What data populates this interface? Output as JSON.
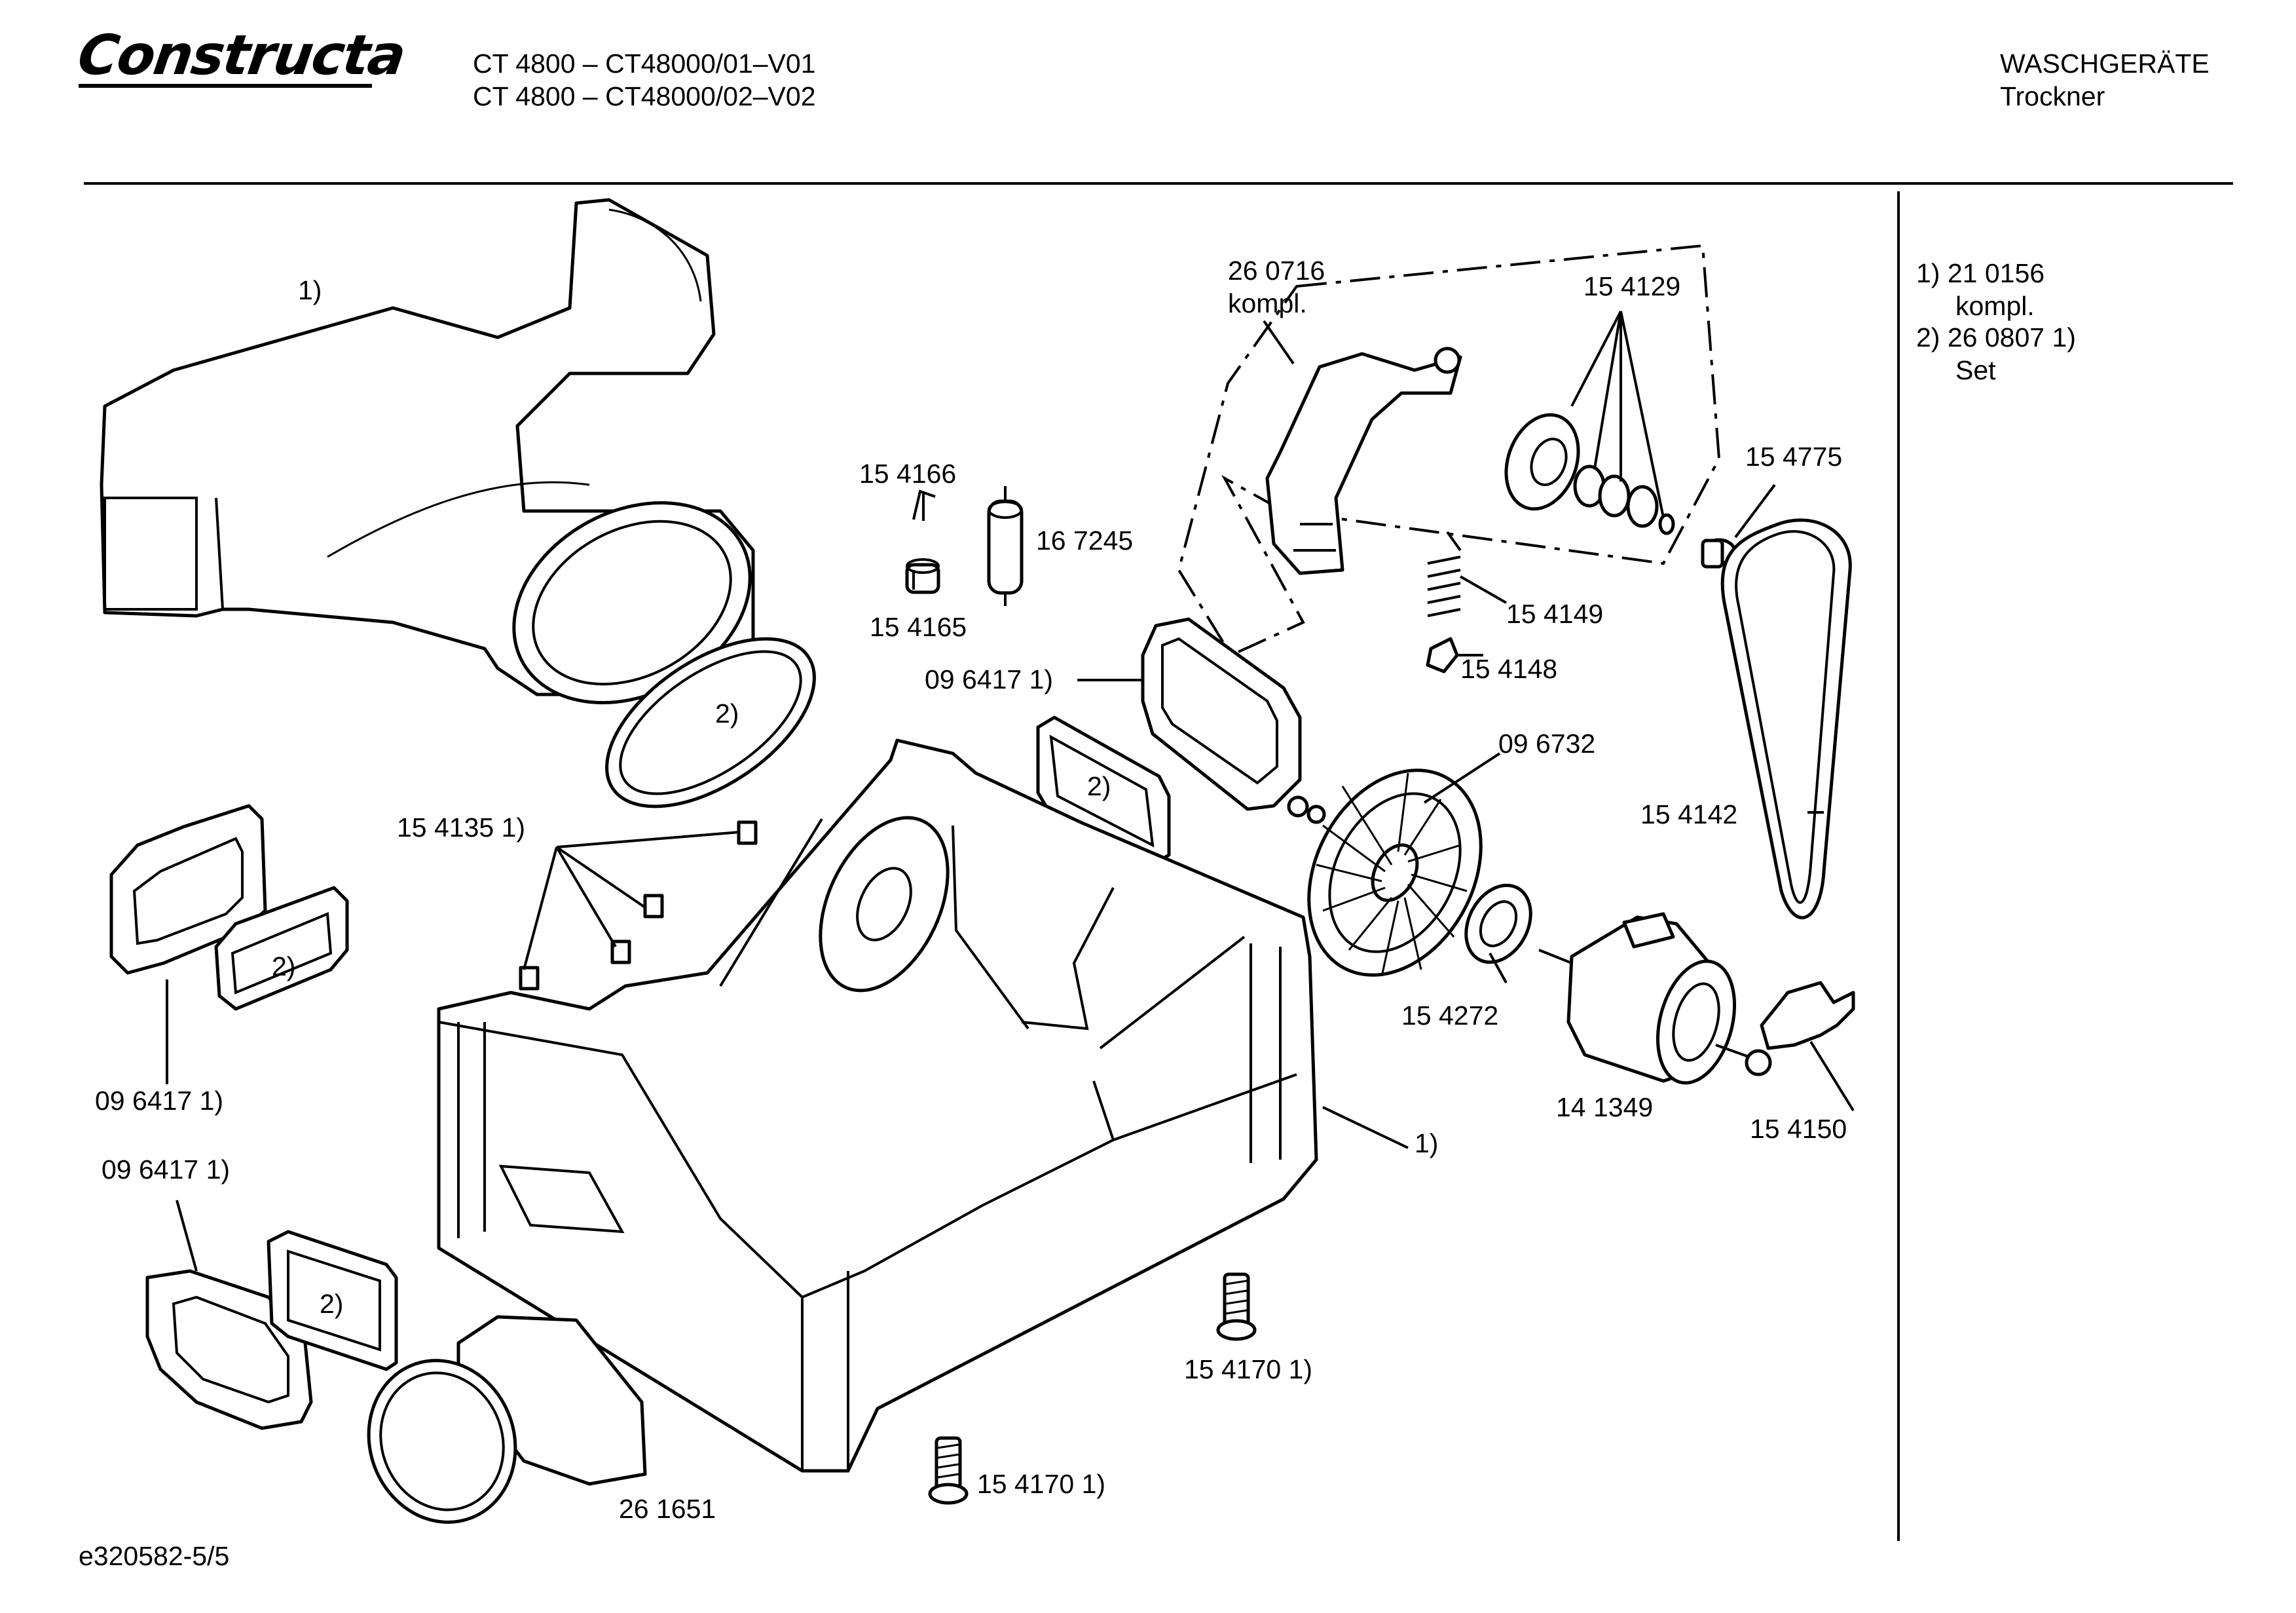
{
  "header": {
    "brand": "Constructa",
    "model_line_1": "CT 4800 – CT48000/01–V01",
    "model_line_2": "CT 4800 – CT48000/02–V02",
    "category": "WASCHGERÄTE",
    "subcategory": "Trockner"
  },
  "footer": {
    "drawing_id": "e320582-5/5"
  },
  "legend": [
    {
      "line_1": "1)  21 0156",
      "line_2": "kompl."
    },
    {
      "line_1": "2)  26 0807 1)",
      "line_2": "Set"
    }
  ],
  "callouts": {
    "air_duct_top": "1)",
    "tensioner_part": "26 0716",
    "tensioner_kompl": "kompl.",
    "pulley_bearings": "15 4129",
    "sensor": "15 4166",
    "capacitor": "16 7245",
    "sensor_cap": "15 4165",
    "belt_stud": "15 4775",
    "spring": "15 4149",
    "spring_hook": "15 4148",
    "flange_top": "09 6417 1)",
    "gasket_oval": "2)",
    "gasket_mid": "2)",
    "fan": "09 6732",
    "belt": "15 4142",
    "clips": "15 4135 1)",
    "gasket_left": "2)",
    "flange_left": "09 6417 1)",
    "bearing_ring": "15 4272",
    "motor": "14 1349",
    "motor_mount": "15 4150",
    "housing": "1)",
    "flange_bottom": "09 6417 1)",
    "gasket_bottom": "2)",
    "screw_right": "15 4170 1)",
    "adapter": "26 1651",
    "screw_bottom": "15 4170 1)"
  }
}
